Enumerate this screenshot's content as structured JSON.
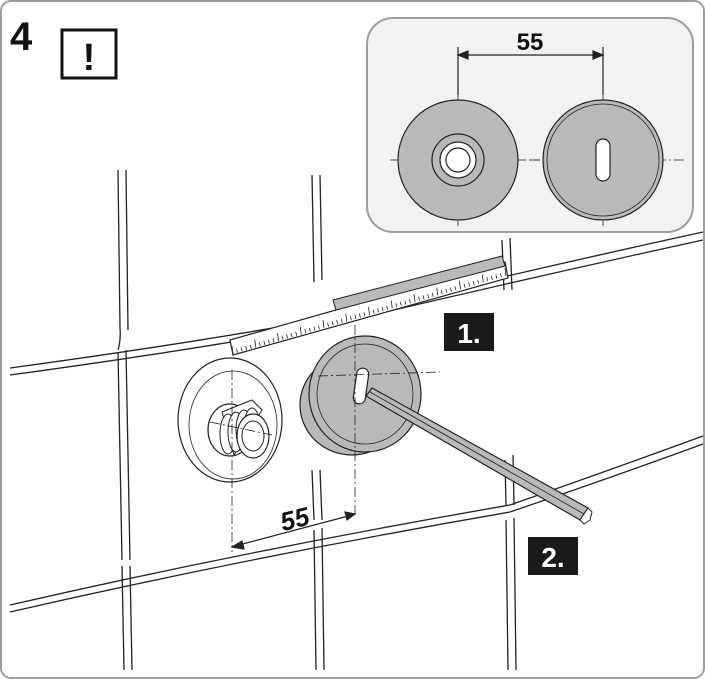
{
  "step": {
    "number": "4",
    "warning_symbol": "!"
  },
  "inset": {
    "dimension": "55"
  },
  "main": {
    "dimension": "55",
    "badges": [
      "1.",
      "2."
    ]
  },
  "colors": {
    "frame_border": "#9e9e9e",
    "gray_part": "#b9b9b9",
    "inset_bg": "#f2f2f2",
    "badge_bg": "#1a1a1a"
  }
}
